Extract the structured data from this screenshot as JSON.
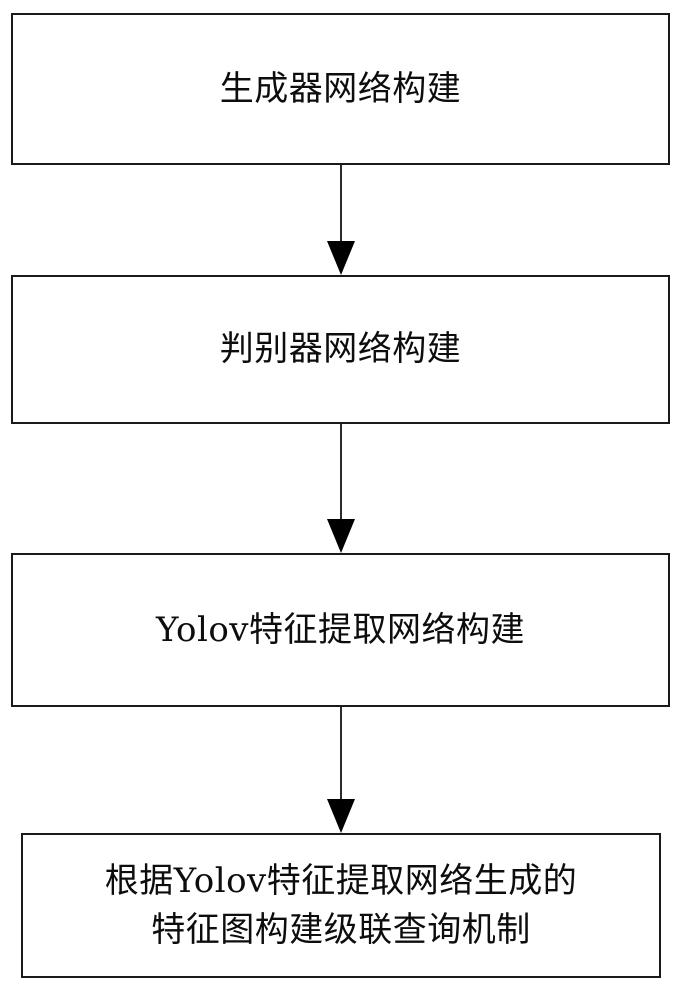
{
  "diagram": {
    "type": "flowchart",
    "orientation": "vertical",
    "title": "",
    "colors": {
      "background": "#ffffff",
      "box_border": "#1a1a1a",
      "box_fill": "#ffffff",
      "text": "#0d0d0d",
      "arrow": "#000000"
    },
    "nodes": [
      {
        "id": "node-1",
        "label": "生成器网络构建",
        "shape": "rectangle"
      },
      {
        "id": "node-2",
        "label": "判别器网络构建",
        "shape": "rectangle"
      },
      {
        "id": "node-3",
        "label": "Yolov特征提取网络构建",
        "shape": "rectangle"
      },
      {
        "id": "node-4",
        "label": "根据Yolov特征提取网络生成的\n特征图构建级联查询机制",
        "shape": "rectangle"
      }
    ],
    "connectors": [
      {
        "id": "conn-1",
        "from": "node-1",
        "to": "node-2",
        "style": "solid-line-filled-arrowhead",
        "direction": "down"
      },
      {
        "id": "conn-2",
        "from": "node-2",
        "to": "node-3",
        "style": "solid-line-filled-arrowhead",
        "direction": "down"
      },
      {
        "id": "conn-3",
        "from": "node-3",
        "to": "node-4",
        "style": "solid-line-filled-arrowhead",
        "direction": "down"
      }
    ]
  }
}
